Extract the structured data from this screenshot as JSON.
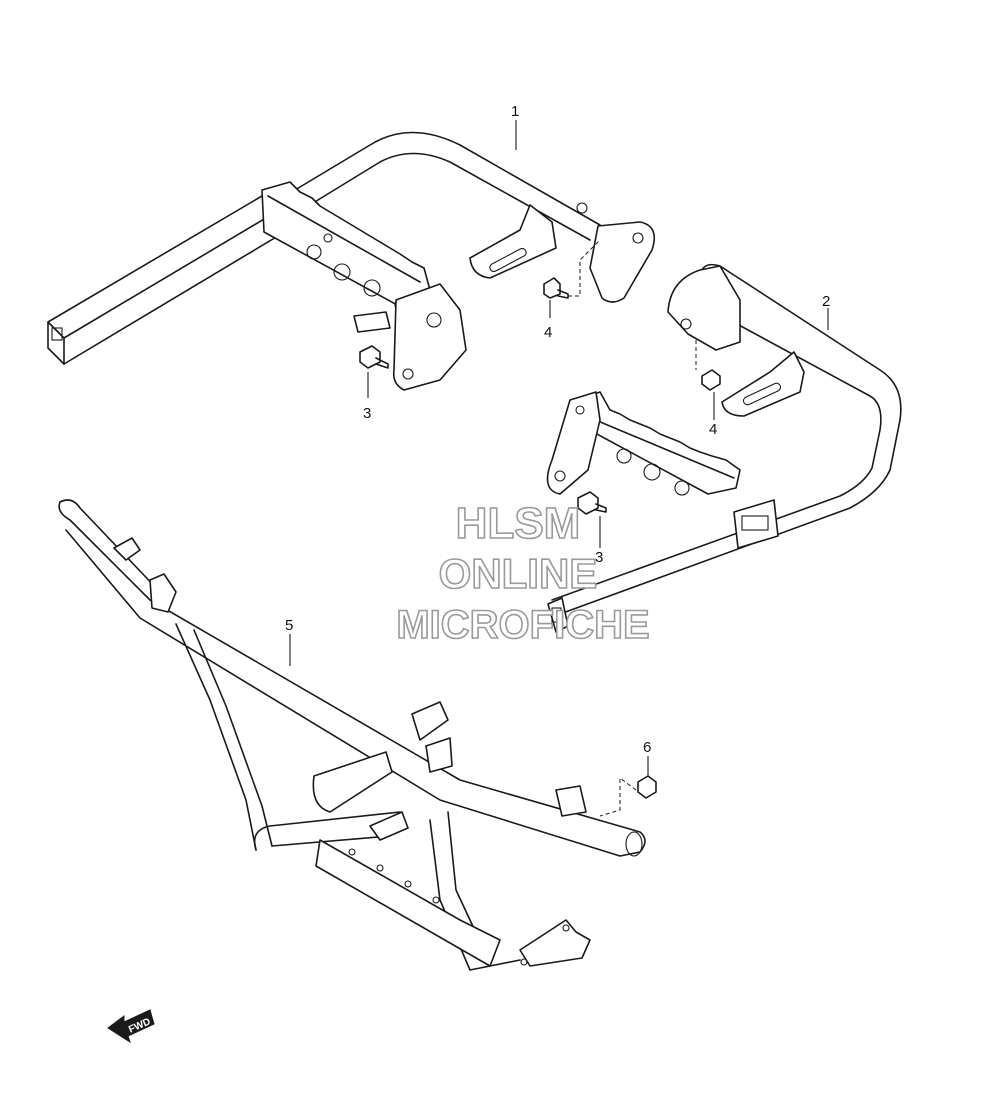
{
  "callouts": {
    "c1": "1",
    "c2": "2",
    "c3a": "3",
    "c3b": "3",
    "c4a": "4",
    "c4b": "4",
    "c5": "5",
    "c6": "6"
  },
  "watermark": {
    "line1": "HLSM",
    "line2": "ONLINE",
    "line3": "MICROFICHE"
  },
  "direction_label": "FWD"
}
